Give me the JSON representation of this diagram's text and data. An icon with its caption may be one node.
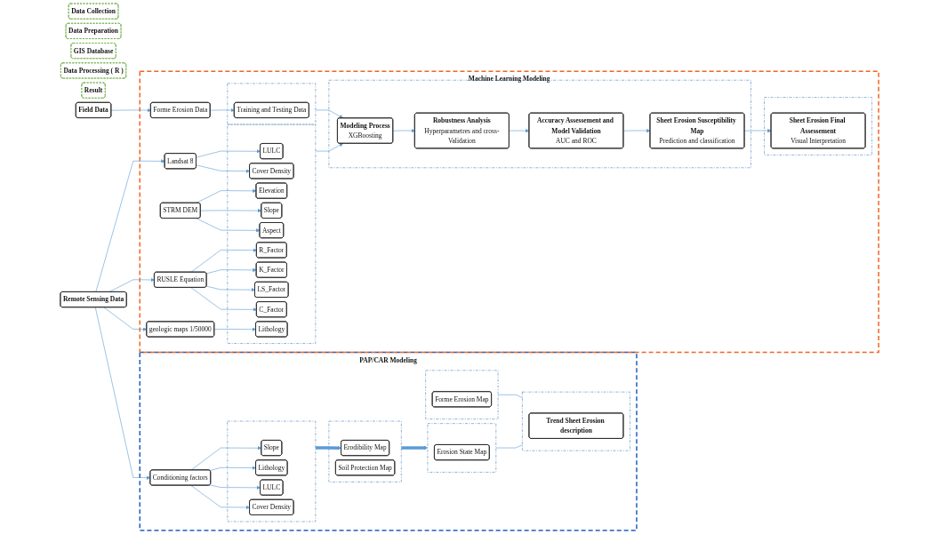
{
  "diagram": {
    "nodes": [
      {
        "text": [
          "Data Collection"
        ]
      },
      {
        "text": [
          "Data Preparation"
        ]
      },
      {
        "text": [
          "GIS Database"
        ]
      },
      {
        "text": [
          "Data Processing ( R )"
        ]
      },
      {
        "text": [
          "Result"
        ]
      },
      {
        "text": [
          "Field Data"
        ]
      },
      {
        "text": [
          "Remote Sensing Data"
        ]
      },
      {
        "text": [
          "Machine Learning Modeling"
        ]
      },
      {
        "text": [
          "Forme Erosion Data"
        ],
        "in": 7
      },
      {
        "text": [
          "Landsat 8"
        ],
        "in": 7
      },
      {
        "text": [
          "STRM DEM"
        ],
        "in": 7
      },
      {
        "text": [
          "RUSLE Equation"
        ],
        "in": 7
      },
      {
        "text": [
          "geologic maps 1/50000"
        ],
        "in": 7
      },
      {
        "text": [],
        "shape": "box",
        "in": 7
      },
      {
        "text": [
          "Training and Testing Data"
        ],
        "in": 13
      },
      {
        "text": [],
        "shape": "box",
        "in": 7
      },
      {
        "text": [
          "LULC"
        ],
        "in": 15
      },
      {
        "text": [
          "Elevation"
        ],
        "in": 15
      },
      {
        "text": [
          "Cover Density"
        ],
        "in": 15
      },
      {
        "text": [
          "Slope"
        ],
        "in": 15
      },
      {
        "text": [
          "Aspect"
        ],
        "in": 15
      },
      {
        "text": [
          "R_Factor"
        ],
        "in": 15
      },
      {
        "text": [
          "K_Factor"
        ],
        "in": 15
      },
      {
        "text": [
          "LS_Factor"
        ],
        "in": 15
      },
      {
        "text": [
          "C_Factor"
        ],
        "in": 15
      },
      {
        "text": [
          "Lithology"
        ],
        "in": 15
      },
      {
        "text": [],
        "shape": "box",
        "in": 7
      },
      {
        "text": [
          "Modeling Process",
          "XGBoosting"
        ],
        "in": 26
      },
      {
        "text": [
          "Robustness Analysis",
          "Hyperparametres and cross-Validation"
        ],
        "in": 26
      },
      {
        "text": [
          "Sheet Erosion Susceptibility Map",
          "Prediction and classification"
        ],
        "in": 26
      },
      {
        "text": [
          "Accuracy Assessement and Model Validation",
          "AUC and ROC"
        ],
        "in": 26
      },
      {
        "text": [],
        "shape": "box",
        "in": 7
      },
      {
        "text": [
          "Sheet Erosion Final Assessement",
          "Visual Interpretation"
        ],
        "in": 31
      },
      {
        "text": [
          "PAP/CAR Modeling"
        ]
      },
      {
        "text": [
          "Conditioning factors"
        ],
        "in": 33
      },
      {
        "text": [],
        "shape": "box",
        "in": 33
      },
      {
        "text": [
          "Erodibility Map"
        ],
        "in": 35
      },
      {
        "text": [
          "Soil Protection Map"
        ],
        "in": 35
      },
      {
        "text": [],
        "shape": "box",
        "in": 33
      },
      {
        "text": [
          "Slope"
        ],
        "in": 38
      },
      {
        "text": [
          "Lithology"
        ],
        "in": 38
      },
      {
        "text": [
          "LULC"
        ],
        "in": 38
      },
      {
        "text": [
          "Cover Density"
        ],
        "in": 38
      },
      {
        "text": [],
        "shape": "box",
        "in": 33
      },
      {
        "text": [
          "Erosion State Map"
        ],
        "in": 43
      },
      {
        "text": [],
        "shape": "box",
        "in": 33
      },
      {
        "text": [
          "Forme Erosion Map"
        ],
        "in": 45
      },
      {
        "text": [],
        "shape": "box",
        "in": 33
      },
      {
        "text": [
          "Trend Sheet Erosion description"
        ],
        "in": 47
      }
    ],
    "edges": [
      {
        "from": 5,
        "to": 8,
        "arrow": "to"
      },
      {
        "from": 6,
        "to": 9,
        "arrow": "to"
      },
      {
        "from": 6,
        "to": 11,
        "arrow": "to"
      },
      {
        "from": 6,
        "to": 12,
        "arrow": "to"
      },
      {
        "from": 6,
        "to": 34,
        "arrow": "to"
      },
      {
        "from": 8,
        "to": 14,
        "arrow": "to"
      },
      {
        "from": 9,
        "to": 16,
        "arrow": "to"
      },
      {
        "from": 9,
        "to": 18,
        "arrow": "to"
      },
      {
        "from": 10,
        "to": 17,
        "arrow": "to"
      },
      {
        "from": 10,
        "to": 19,
        "arrow": "to"
      },
      {
        "from": 10,
        "to": 20,
        "arrow": "to"
      },
      {
        "from": 11,
        "to": 21,
        "arrow": "to"
      },
      {
        "from": 11,
        "to": 22,
        "arrow": "to"
      },
      {
        "from": 11,
        "to": 23,
        "arrow": "to"
      },
      {
        "from": 11,
        "to": 24,
        "arrow": "to"
      },
      {
        "from": 12,
        "to": 25,
        "arrow": "to"
      },
      {
        "from": 13,
        "to": 27,
        "arrow": "to"
      },
      {
        "from": 15,
        "to": 27,
        "arrow": "to"
      },
      {
        "from": 27,
        "to": 28,
        "arrow": "to"
      },
      {
        "from": 28,
        "to": 30,
        "arrow": "to"
      },
      {
        "from": 30,
        "to": 29,
        "arrow": "to"
      },
      {
        "from": 29,
        "to": 32,
        "arrow": "to"
      },
      {
        "from": 34,
        "to": 39,
        "arrow": "to"
      },
      {
        "from": 34,
        "to": 40,
        "arrow": "to"
      },
      {
        "from": 34,
        "to": 41,
        "arrow": "to"
      },
      {
        "from": 34,
        "to": 42,
        "arrow": "to"
      },
      {
        "from": 38,
        "to": 36,
        "arrow": "to",
        "style": "thick"
      },
      {
        "from": 35,
        "to": 43,
        "arrow": "to",
        "style": "thick"
      },
      {
        "from": 43,
        "to": 47,
        "arrow": "none"
      },
      {
        "from": 45,
        "to": 47,
        "arrow": "none"
      }
    ]
  }
}
